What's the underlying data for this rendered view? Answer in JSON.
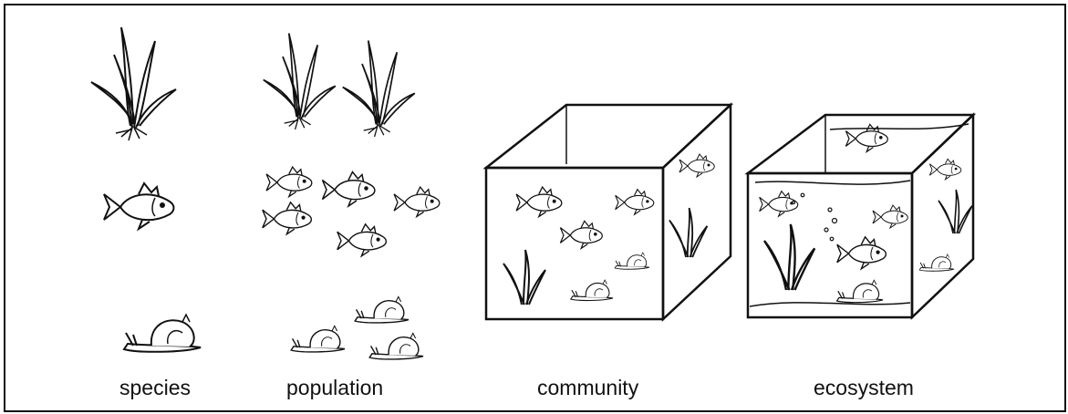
{
  "labels": {
    "species": "species",
    "population": "population",
    "community": "community",
    "ecosystem": "ecosystem"
  },
  "ink_color": "#111111",
  "background_color": "#ffffff"
}
